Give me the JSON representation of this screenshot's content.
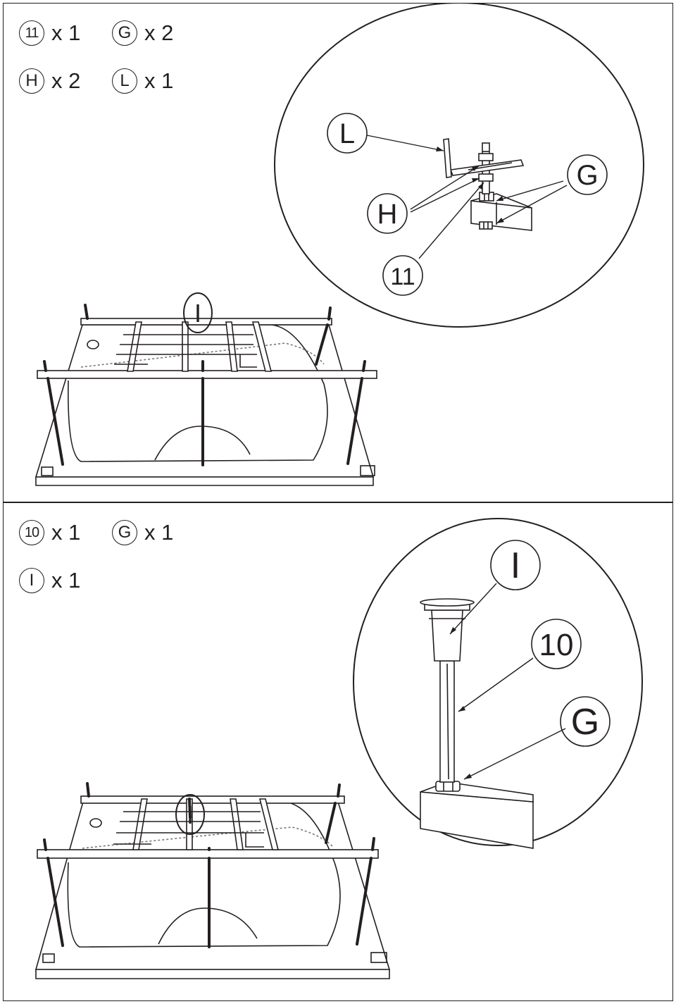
{
  "steps": [
    {
      "parts": [
        {
          "id": "11",
          "qty": "x 1"
        },
        {
          "id": "G",
          "qty": "x 2"
        },
        {
          "id": "H",
          "qty": "x 2"
        },
        {
          "id": "L",
          "qty": "x 1"
        }
      ],
      "detail_callouts": [
        "L",
        "H",
        "G",
        "11"
      ],
      "location_marker": "I"
    },
    {
      "parts": [
        {
          "id": "10",
          "qty": "x 1"
        },
        {
          "id": "G",
          "qty": "x 1"
        },
        {
          "id": "I",
          "qty": "x 1"
        }
      ],
      "detail_callouts": [
        "I",
        "10",
        "G"
      ],
      "location_marker": "I"
    }
  ],
  "colors": {
    "line": "#231f20",
    "background": "#ffffff"
  }
}
